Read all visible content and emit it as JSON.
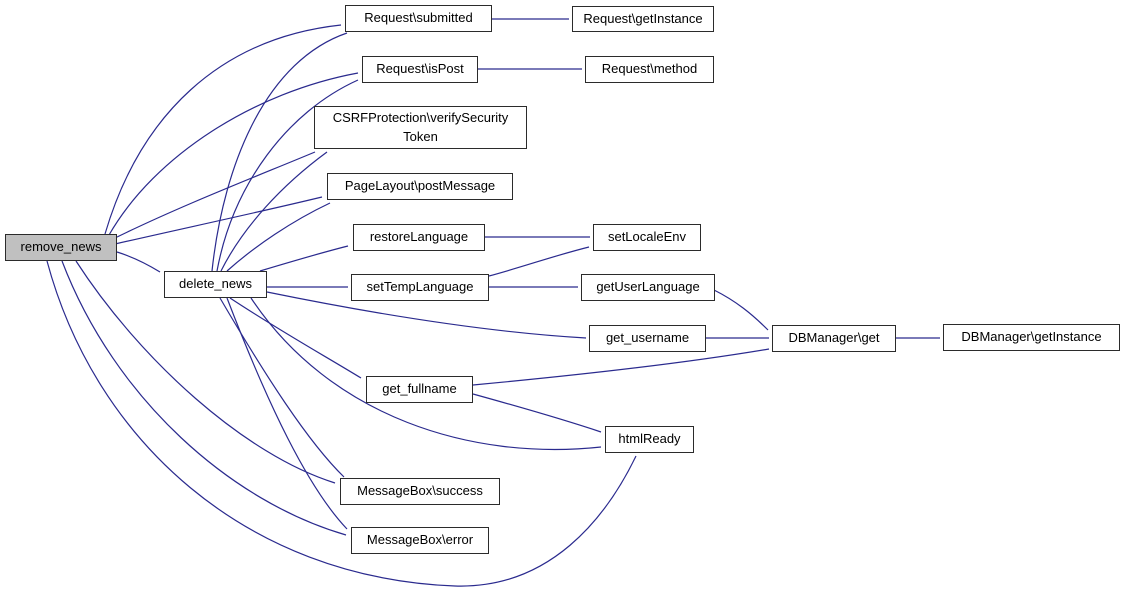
{
  "diagram": {
    "type": "call-graph",
    "colors": {
      "edge": "#2a2a8e",
      "node_fill": "#ffffff",
      "node_border": "#2b2b2b",
      "highlight_node_fill": "#c0c0c0",
      "background": "#ffffff",
      "text": "#000000"
    },
    "nodes": [
      {
        "id": "remove_news",
        "label": "remove_news",
        "highlight": true
      },
      {
        "id": "delete_news",
        "label": "delete_news"
      },
      {
        "id": "request_submitted",
        "label": "Request\\submitted"
      },
      {
        "id": "request_getinstance",
        "label": "Request\\getInstance"
      },
      {
        "id": "request_ispost",
        "label": "Request\\isPost"
      },
      {
        "id": "request_method",
        "label": "Request\\method"
      },
      {
        "id": "csrf_verifysecuritytoken",
        "label": "CSRFProtection\\verifySecurity\nToken"
      },
      {
        "id": "pagelayout_postmessage",
        "label": "PageLayout\\postMessage"
      },
      {
        "id": "restorelanguage",
        "label": "restoreLanguage"
      },
      {
        "id": "setlocaleenv",
        "label": "setLocaleEnv"
      },
      {
        "id": "settemplanguage",
        "label": "setTempLanguage"
      },
      {
        "id": "getuserlanguage",
        "label": "getUserLanguage"
      },
      {
        "id": "get_username",
        "label": "get_username"
      },
      {
        "id": "dbmanager_get",
        "label": "DBManager\\get"
      },
      {
        "id": "dbmanager_getinstance",
        "label": "DBManager\\getInstance"
      },
      {
        "id": "get_fullname",
        "label": "get_fullname"
      },
      {
        "id": "htmlready",
        "label": "htmlReady"
      },
      {
        "id": "messagebox_success",
        "label": "MessageBox\\success"
      },
      {
        "id": "messagebox_error",
        "label": "MessageBox\\error"
      }
    ],
    "edges": [
      {
        "from": "remove_news",
        "to": "request_submitted"
      },
      {
        "from": "remove_news",
        "to": "request_ispost"
      },
      {
        "from": "remove_news",
        "to": "csrf_verifysecuritytoken"
      },
      {
        "from": "remove_news",
        "to": "pagelayout_postmessage"
      },
      {
        "from": "remove_news",
        "to": "delete_news"
      },
      {
        "from": "remove_news",
        "to": "messagebox_success"
      },
      {
        "from": "remove_news",
        "to": "messagebox_error"
      },
      {
        "from": "remove_news",
        "to": "htmlready"
      },
      {
        "from": "delete_news",
        "to": "request_submitted"
      },
      {
        "from": "delete_news",
        "to": "request_ispost"
      },
      {
        "from": "delete_news",
        "to": "csrf_verifysecuritytoken"
      },
      {
        "from": "delete_news",
        "to": "pagelayout_postmessage"
      },
      {
        "from": "delete_news",
        "to": "restorelanguage"
      },
      {
        "from": "delete_news",
        "to": "settemplanguage"
      },
      {
        "from": "delete_news",
        "to": "get_username"
      },
      {
        "from": "delete_news",
        "to": "get_fullname"
      },
      {
        "from": "delete_news",
        "to": "htmlready"
      },
      {
        "from": "delete_news",
        "to": "messagebox_success"
      },
      {
        "from": "delete_news",
        "to": "messagebox_error"
      },
      {
        "from": "request_submitted",
        "to": "request_getinstance"
      },
      {
        "from": "request_ispost",
        "to": "request_method"
      },
      {
        "from": "restorelanguage",
        "to": "setlocaleenv"
      },
      {
        "from": "settemplanguage",
        "to": "setlocaleenv"
      },
      {
        "from": "settemplanguage",
        "to": "getuserlanguage"
      },
      {
        "from": "getuserlanguage",
        "to": "dbmanager_get"
      },
      {
        "from": "get_username",
        "to": "dbmanager_get"
      },
      {
        "from": "get_fullname",
        "to": "dbmanager_get"
      },
      {
        "from": "get_fullname",
        "to": "htmlready"
      },
      {
        "from": "dbmanager_get",
        "to": "dbmanager_getinstance"
      }
    ]
  }
}
